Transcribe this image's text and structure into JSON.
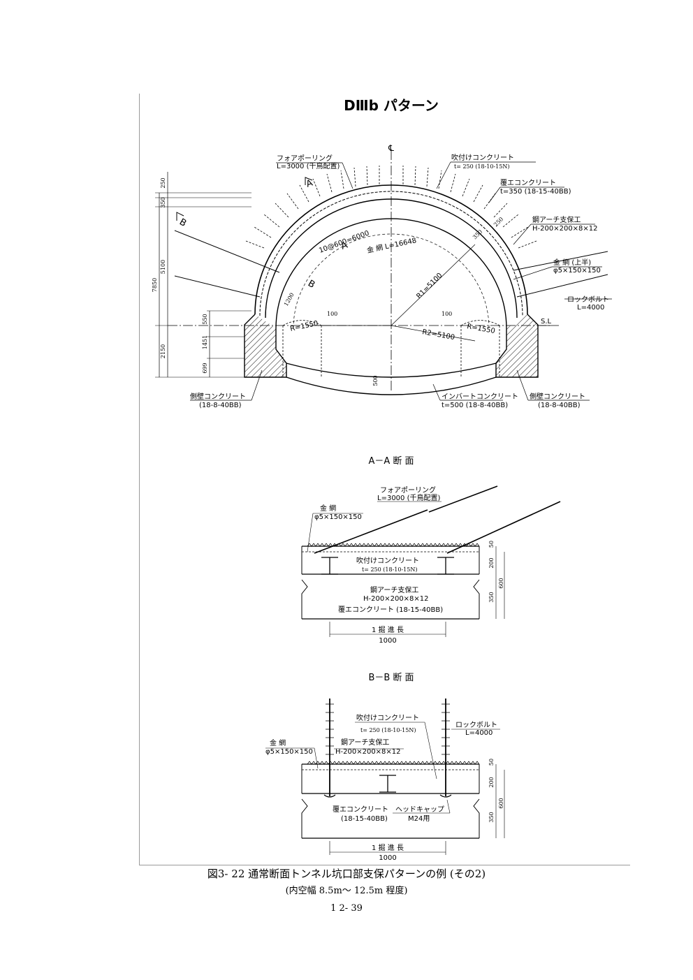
{
  "title": "DⅢb パターン",
  "main_section": {
    "centerline_mark": "℄",
    "labels": {
      "fore_poling": "フォアポーリング",
      "fore_poling_spec": "L=3000 (千鳥配置)",
      "shotcrete": "吹付けコンクリート",
      "shotcrete_spec": "t= 250 (18-10-15N)",
      "lining": "覆エコンクリート",
      "lining_spec": "t=350 (18-15-40BB)",
      "steel_arch": "鋼アーチ支保工",
      "steel_arch_spec": "H-200×200×8×12",
      "wire_mesh_upper": "金 網 (上半)",
      "wire_mesh_upper_spec": "φ5×150×150",
      "rock_bolt": "ロックボルト",
      "rock_bolt_spec": "L=4000",
      "sidewall_left": "側壁コンクリート",
      "sidewall_left_spec": "(18-8-40BB)",
      "invert": "インバートコンクリート",
      "invert_spec": "t=500 (18-8-40BB)",
      "sidewall_right": "側壁コンクリート",
      "sidewall_right_spec": "(18-8-40BB)",
      "spacing": "10@600=6000",
      "wire_mesh_length": "金 網 L=16648",
      "r1": "R1=5100",
      "r2": "R2=5100",
      "r_left": "R=1550",
      "r_right": "R=1550",
      "sl": "S.L",
      "cut_a": "A",
      "cut_b": "B"
    },
    "dimensions": {
      "d250": "250",
      "d350": "350",
      "d5100": "5100",
      "d7850": "7850",
      "d550": "550",
      "d1451": "1451",
      "d2150": "2150",
      "d699": "699",
      "d1200": "1200",
      "d100_left": "100",
      "d100_right": "100",
      "d500": "500",
      "d250_arch": "250",
      "d350_arch": "350"
    }
  },
  "section_aa": {
    "title": "A－A 断 面",
    "fore_poling": "フォアポーリング",
    "fore_poling_spec": "L=3000 (千鳥配置)",
    "wire_mesh": "金 網",
    "wire_mesh_spec": "φ5×150×150",
    "shotcrete": "吹付けコンクリート",
    "shotcrete_spec": "t= 250 (18-10-15N)",
    "steel_arch": "鋼アーチ支保工",
    "steel_arch_spec": "H-200×200×8×12",
    "lining": "覆エコンクリート (18-15-40BB)",
    "excavation": "1 掘 進 長",
    "excavation_value": "1000",
    "dim_50": "50",
    "dim_200": "200",
    "dim_350": "350",
    "dim_600": "600"
  },
  "section_bb": {
    "title": "B－B 断 面",
    "shotcrete": "吹付けコンクリート",
    "shotcrete_spec": "t= 250 (18-10-15N)",
    "rock_bolt": "ロックボルト",
    "rock_bolt_spec": "L=4000",
    "wire_mesh": "金 網",
    "wire_mesh_spec": "φ5×150×150",
    "steel_arch": "鋼アーチ支保工",
    "steel_arch_spec": "H-200×200×8×12",
    "lining": "覆エコンクリート",
    "lining_spec": "(18-15-40BB)",
    "head_cap": "ヘッドキャップ",
    "head_cap_spec": "M24用",
    "excavation": "1 掘 進 長",
    "excavation_value": "1000",
    "dim_50": "50",
    "dim_200": "200",
    "dim_350": "350",
    "dim_600": "600"
  },
  "caption": "図3- 22 通常断面トンネル坑口部支保パターンの例 (その2)",
  "subcaption": "(内空幅 8.5m～ 12.5m 程度)",
  "page_number": "1 2- 39"
}
